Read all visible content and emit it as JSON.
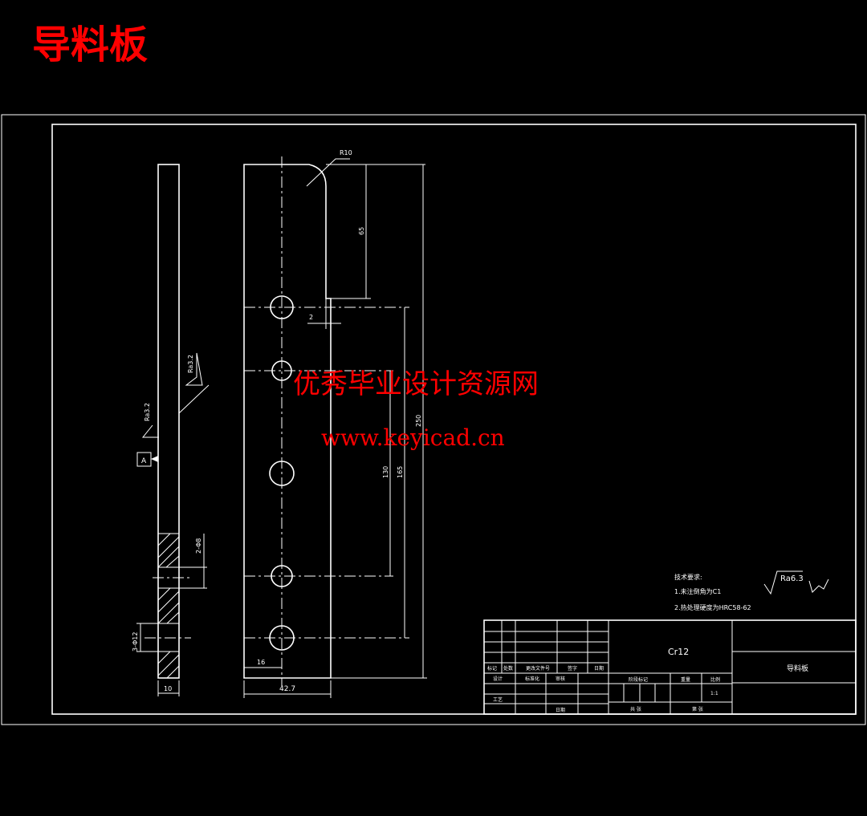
{
  "title": "导料板",
  "watermark": {
    "line1": "优秀毕业设计资源网",
    "line2": "www.keyicad.cn"
  },
  "dimensions": {
    "radius": "R10",
    "top_length": "65",
    "notch": "2",
    "overall_length": "250",
    "hole_span_inner": "130",
    "hole_span_outer": "165",
    "hole_offset": "16",
    "width": "42.7",
    "thickness": "10",
    "hole_a": "2-Φ8",
    "hole_b": "3-Φ12",
    "roughness_side": "Ra3.2",
    "roughness_face": "Ra3.2",
    "datum": "A"
  },
  "tech_requirements": {
    "heading": "技术要求:",
    "items": [
      "1.未注倒角为C1",
      "2.热处理硬度为HRC58-62"
    ],
    "roughness": "Ra6.3"
  },
  "title_block": {
    "material": "Cr12",
    "part_name": "导料板",
    "rev_headers": [
      "标记",
      "处数",
      "更改文件号",
      "签字",
      "日期"
    ],
    "sign_rows": [
      "设计",
      "标准化",
      "审核",
      "工艺",
      "日期"
    ],
    "stage_label": "阶段标记",
    "weight_label": "重量",
    "scale_label": "比例",
    "scale_value": "1:1",
    "sheets_total": "共  张",
    "sheet_no": "第  张"
  }
}
